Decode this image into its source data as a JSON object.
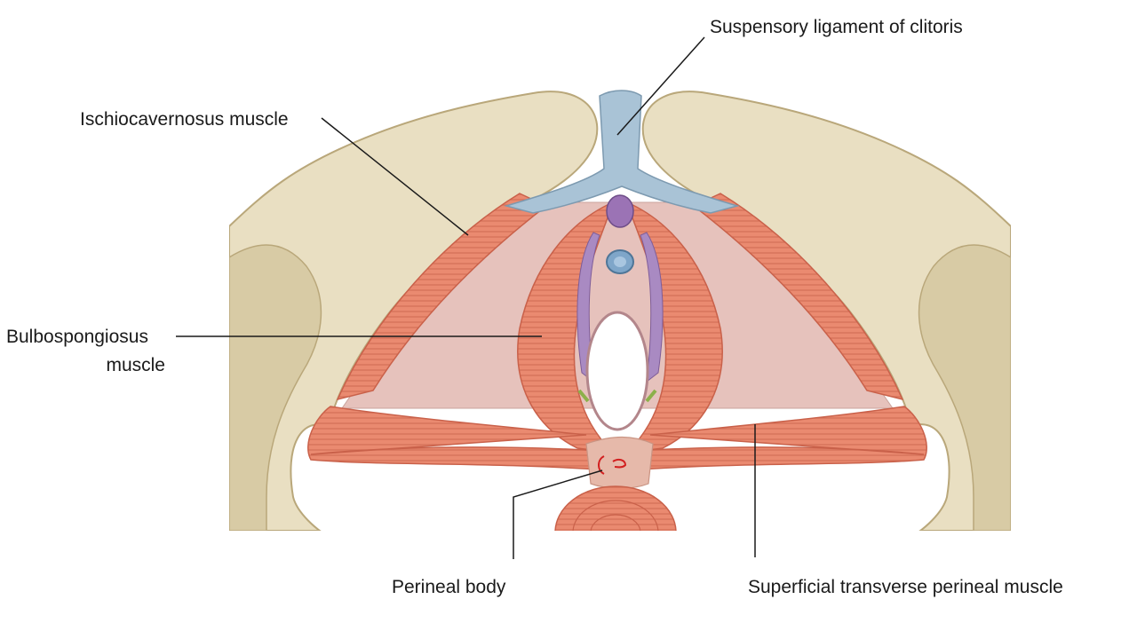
{
  "labels": {
    "suspensory": "Suspensory ligament of clitoris",
    "ischiocavernosus": "Ischiocavernosus muscle",
    "bulbospongiosus_line1": "Bulbospongiosus",
    "bulbospongiosus_line2": "muscle",
    "perineal_body": "Perineal body",
    "superficial_transverse": "Superficial transverse perineal muscle"
  },
  "colors": {
    "bone": "#e9dfc2",
    "bone_shade": "#c9b98e",
    "membrane": "#e6c2bc",
    "muscle": "#ea8a70",
    "muscle_dark": "#c9614a",
    "ligament": "#a9c3d6",
    "vestibular_bulb": "#a98ac2",
    "clitoris": "#9b73b5",
    "urethra": "#7fa6c9",
    "leader_line": "#1a1a1a",
    "annotation": "#d22020"
  }
}
